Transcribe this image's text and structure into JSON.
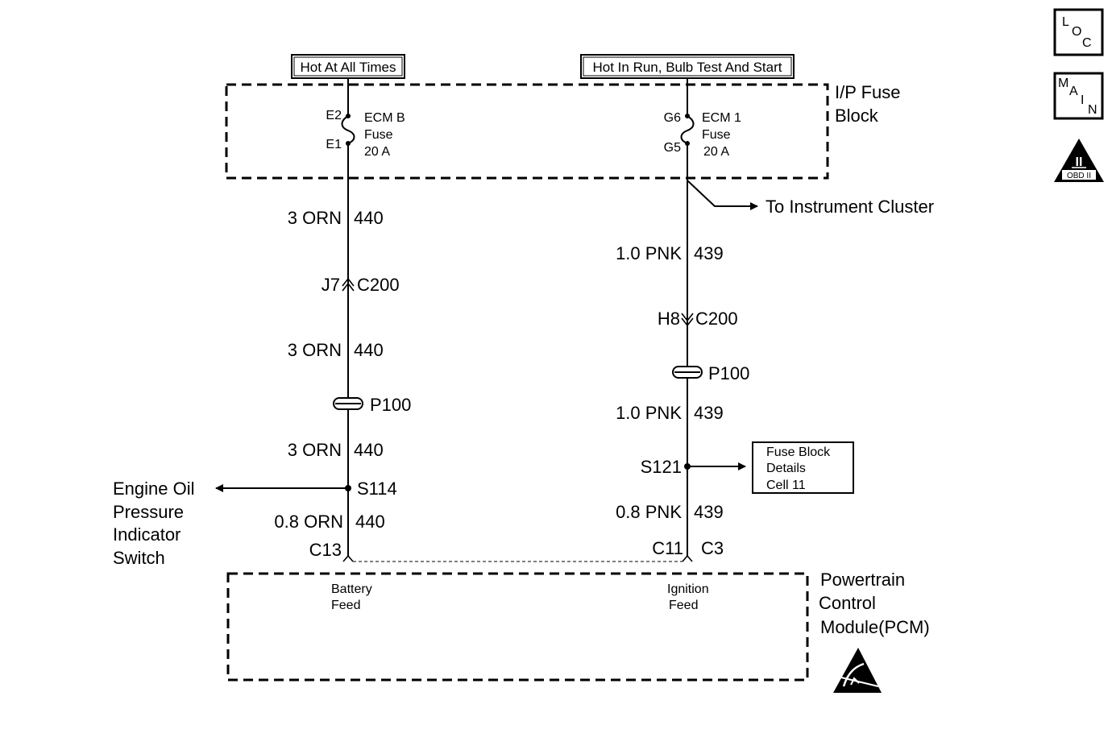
{
  "power_sources": {
    "left": "Hot At All Times",
    "right": "Hot In Run, Bulb Test And Start"
  },
  "fuse_block": {
    "label_line1": "I/P Fuse",
    "label_line2": "Block",
    "left_fuse": {
      "pin_top": "E2",
      "pin_bottom": "E1",
      "name": "ECM B",
      "word": "Fuse",
      "rating": "20 A"
    },
    "right_fuse": {
      "pin_top": "G6",
      "pin_bottom": "G5",
      "name": "ECM 1",
      "word": "Fuse",
      "rating": "20 A"
    }
  },
  "left_circuit": {
    "seg1_wire": "3 ORN",
    "seg1_circuit": "440",
    "conn1_pin": "J7",
    "conn1_name": "C200",
    "seg2_wire": "3 ORN",
    "seg2_circuit": "440",
    "passthrough": "P100",
    "seg3_wire": "3 ORN",
    "seg3_circuit": "440",
    "splice": "S114",
    "seg4_wire": "0.8 ORN",
    "seg4_circuit": "440",
    "pcm_pin": "C13",
    "branch_target": [
      "Engine Oil",
      "Pressure",
      "Indicator",
      "Switch"
    ]
  },
  "right_circuit": {
    "branch_label": "To Instrument Cluster",
    "seg1_wire": "1.0 PNK",
    "seg1_circuit": "439",
    "conn1_pin": "H8",
    "conn1_name": "C200",
    "passthrough": "P100",
    "seg2_wire": "1.0 PNK",
    "seg2_circuit": "439",
    "splice": "S121",
    "splice_ref": [
      "Fuse Block",
      "Details",
      "Cell 11"
    ],
    "seg3_wire": "0.8 PNK",
    "seg3_circuit": "439",
    "pcm_pin_left": "C11",
    "pcm_pin_right": "C3"
  },
  "pcm": {
    "label_line1": "Powertrain",
    "label_line2": "Control",
    "label_line3": "Module(PCM)",
    "left_input": [
      "Battery",
      "Feed"
    ],
    "right_input": [
      "Ignition",
      "Feed"
    ]
  },
  "badges": {
    "loc": [
      "L",
      "O",
      "C"
    ],
    "main": [
      "M",
      "A",
      "I",
      "N"
    ],
    "obd_numeral": "II",
    "obd_text": "OBD II"
  },
  "icons": [
    "esd-warning-icon",
    "obd-ii-icon"
  ]
}
